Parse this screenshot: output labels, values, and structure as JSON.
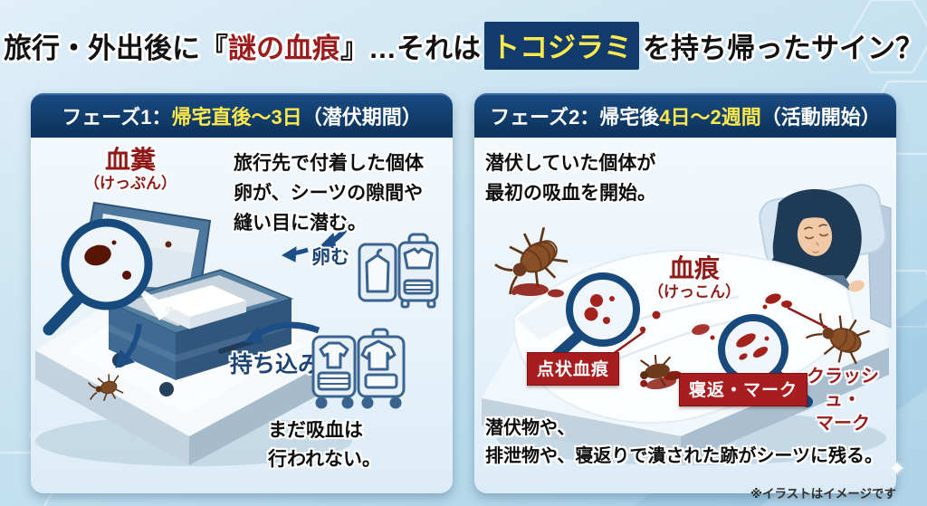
{
  "page": {
    "title_part1": "旅行・外出後に『",
    "title_red": "謎の血痕",
    "title_part2": "』…それは",
    "title_highlight": "トコジラミ",
    "title_part3": "を持ち帰ったサイン？",
    "disclaimer": "※イラストはイメージです",
    "sparkle_char": "✦"
  },
  "colors": {
    "background_blue": "#bcdcee",
    "panel_header_navy": "#0d3560",
    "accent_yellow": "#ffe94d",
    "accent_dark_red": "#8e1b18",
    "badge_red": "#a81e20",
    "arrow_navy": "#1d4e85",
    "suitcase_blue": "#3f6a94"
  },
  "icons": {
    "magnifier": "magnifier-icon",
    "open_suitcase_garment": "open-suitcase-garment-icon",
    "open_suitcase_clothes": "open-suitcase-clothes-icon",
    "bedbug": "bedbug-icon",
    "arrow": "curved-arrow-icon"
  },
  "phase1": {
    "header_prefix": "フェーズ1：",
    "header_highlight": "帰宅直後〜3日",
    "header_suffix": "（潜伏期間）",
    "blood_feces_label": "血糞",
    "blood_feces_reading": "（けっぷん）",
    "description": "旅行先で付着した個体\n卵が、シーツの隙間や\n縫い目に潜む。",
    "hide_label": "卵む",
    "bring_in_label": "持ち込み",
    "note": "まだ吸血は\n行われない。"
  },
  "phase2": {
    "header_prefix": "フェーズ2：帰宅後",
    "header_highlight": "4日〜2週間",
    "header_suffix": "（活動開始）",
    "description": "潜伏していた個体が\n最初の吸血を開始。",
    "bloodstain_label": "血痕",
    "bloodstain_reading": "（けっこん）",
    "spot_badge": "点状血痕",
    "roll_badge": "寝返・マーク",
    "crash_label": "クラッシュ・\nマーク",
    "note": "潜伏物や、\n排泄物や、寝返りで潰された跡がシーツに残る。"
  }
}
